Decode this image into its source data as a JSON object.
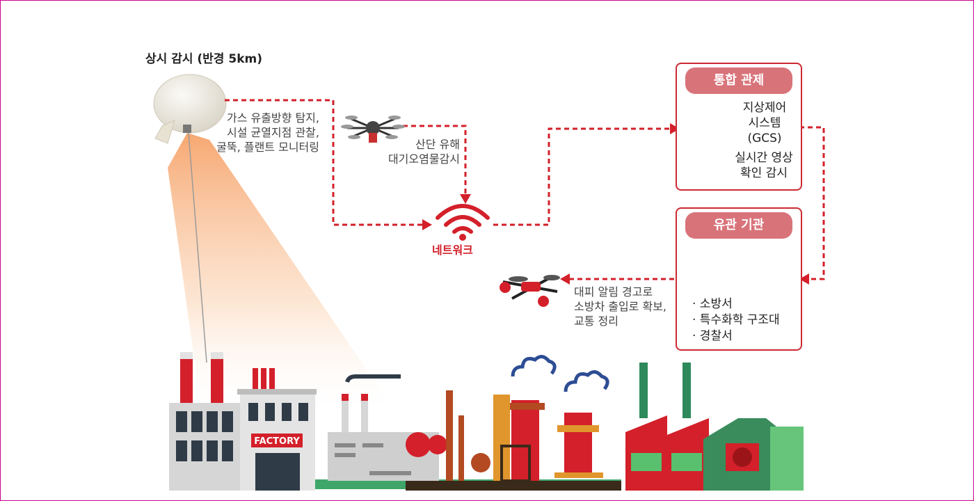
{
  "balloon": {
    "title": "상시 감시 (반경 5km)",
    "desc": [
      "가스 유출방향 탐지,",
      "시설 균열지점 관찰,",
      "굴뚝, 플랜트 모니터링"
    ]
  },
  "drone_top": {
    "desc": [
      "산단 유해",
      "대기오염물감시"
    ]
  },
  "network": {
    "label": "네트워크"
  },
  "control_box": {
    "title": "통합 관제",
    "gcs_label": [
      "지상제어",
      "시스템",
      "(GCS)"
    ],
    "video_label": [
      "실시간 영상",
      "확인 감시"
    ]
  },
  "agency_box": {
    "title": "유관 기관",
    "items": [
      "· 소방서",
      "· 특수화학 구조대",
      "· 경찰서"
    ]
  },
  "drone_bottom": {
    "desc": [
      "대피 알림 경고로",
      "소방차 출입로 확보,",
      "교통 정리"
    ]
  },
  "factory": {
    "sign": "FACTORY"
  },
  "colors": {
    "accent": "#d3202a",
    "pill": "#d9737a",
    "box_border": "#cc2a31"
  }
}
